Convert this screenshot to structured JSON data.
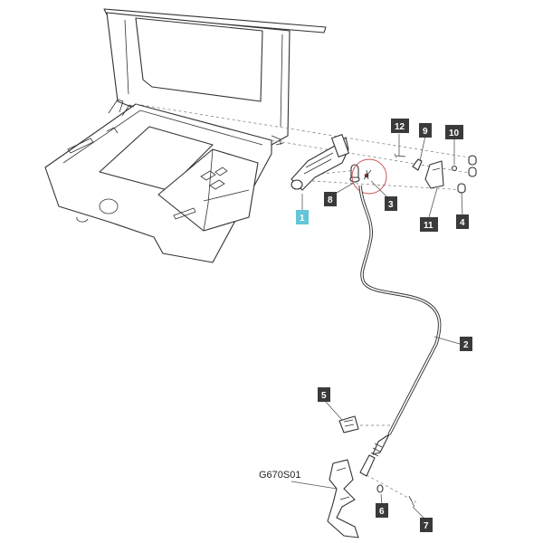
{
  "diagram": {
    "reference_label": "G670S01",
    "highlighted_part": "1",
    "colors": {
      "callout_bg": "#3a3a3a",
      "callout_highlight": "#63c5d8",
      "callout_text": "#ffffff",
      "line": "#333333"
    },
    "callouts": [
      {
        "id": "1",
        "label": "1"
      },
      {
        "id": "2",
        "label": "2"
      },
      {
        "id": "3",
        "label": "3"
      },
      {
        "id": "4",
        "label": "4"
      },
      {
        "id": "5",
        "label": "5"
      },
      {
        "id": "6",
        "label": "6"
      },
      {
        "id": "7",
        "label": "7"
      },
      {
        "id": "8",
        "label": "8"
      },
      {
        "id": "9",
        "label": "9"
      },
      {
        "id": "10",
        "label": "10"
      },
      {
        "id": "11",
        "label": "11"
      },
      {
        "id": "12",
        "label": "12"
      }
    ]
  }
}
